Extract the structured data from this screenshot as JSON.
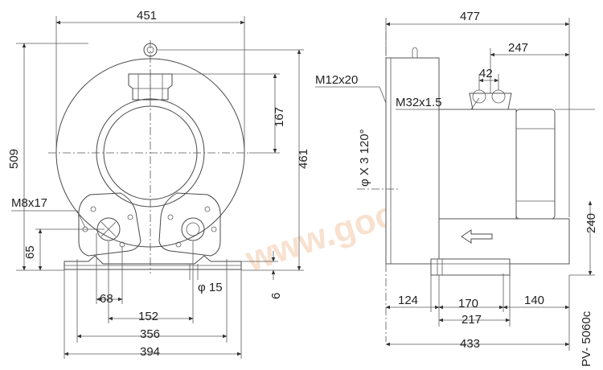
{
  "front_view": {
    "width_overall": "451",
    "height_overall": "509",
    "outlet_offset": "167",
    "center_height": "461",
    "bolt_label": "M8x17",
    "foot_height": "65",
    "bolt_spacing": "68",
    "mount_spacing": "152",
    "hole_diameter": "φ 15",
    "base_thickness": "6",
    "inner_width": "356",
    "base_width": "394"
  },
  "side_view": {
    "length_overall": "477",
    "flange_offset": "247",
    "port_spacing": "42",
    "thread_label": "M12x20",
    "port_thread": "M32x1.5",
    "bolt_circle": "φ X 3 120°",
    "motor_height": "240",
    "dim_left": "124",
    "dim_mid": "170",
    "dim_right": "140",
    "dim_foot": "217",
    "base_length": "433"
  },
  "watermark": "www.gooru.com",
  "model_code": "PV- 5060c"
}
